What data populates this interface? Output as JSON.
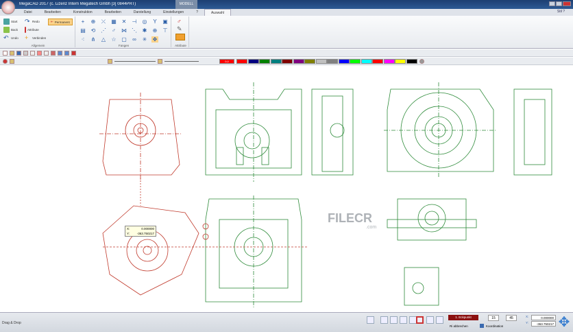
{
  "window": {
    "title": "MegaCAD 2017 (c. Lizenz Intern Megatech Gmbh [3] 0844PRT)",
    "context_tab": "MODELL"
  },
  "tabs": [
    "Datei",
    "Bearbeiten",
    "Konstruktion",
    "Bearbeiten",
    "Darstellung",
    "Einstellungen",
    "?",
    "Auswahl"
  ],
  "help": "Stil ?",
  "ribbon": {
    "allgemein": {
      "label": "Allgemein",
      "buttons": [
        "Start",
        "Redo",
        "Back",
        "Attribute",
        "Undo",
        "Verbinden",
        "Permanent"
      ]
    },
    "fangen": {
      "label": "Fangen"
    },
    "attribute": {
      "label": "Attribute"
    }
  },
  "colors": [
    "#ff0000",
    "#000080",
    "#008000",
    "#008080",
    "#800000",
    "#800080",
    "#808000",
    "#c0c0c0",
    "#808080",
    "#0000ff",
    "#00ff00",
    "#00ffff",
    "#ff0000",
    "#ff00ff",
    "#ffff00",
    "#000000"
  ],
  "active_color_label": "0,0",
  "tooltip": {
    "x_label": "X:",
    "x": "0.000000",
    "y_label": "Y:",
    "y": "-363.750217"
  },
  "watermark": {
    "text": "FILECR",
    "sub": ".com"
  },
  "status": {
    "mode": "Drag & Drop",
    "step": "1. Eckpunkt",
    "cancel": "Ri abbrechen",
    "coord_label": "Koordination",
    "spin1": "15",
    "spin2": "45",
    "x_label": "X:",
    "x": "0.000000",
    "y_label": "Y:",
    "y": "-363.750217"
  },
  "drawing_colors": {
    "view": "#2e8b3a",
    "selected": "#c0392b"
  }
}
